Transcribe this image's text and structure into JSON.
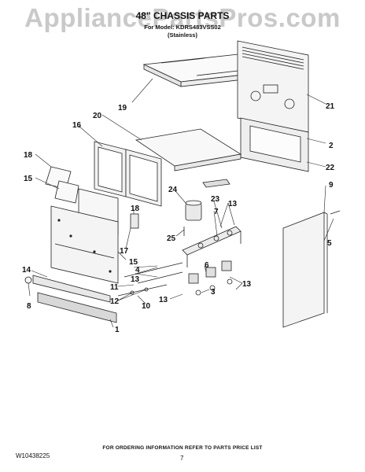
{
  "watermark": "AppliancePartsPros.com",
  "header": {
    "title": "48\" CHASSIS PARTS",
    "model_line": "For Model: KDRS483VSS02",
    "variant": "(Stainless)"
  },
  "callouts": [
    "19",
    "21",
    "20",
    "16",
    "2",
    "18",
    "22",
    "15",
    "9",
    "24",
    "23",
    "7",
    "13",
    "18",
    "25",
    "5",
    "17",
    "15",
    "14",
    "13",
    "6",
    "4",
    "8",
    "11",
    "13",
    "12",
    "3",
    "10",
    "13",
    "1"
  ],
  "footer": {
    "note": "FOR ORDERING INFORMATION REFER TO PARTS PRICE LIST",
    "doc_number": "W10438225",
    "page": "7"
  }
}
